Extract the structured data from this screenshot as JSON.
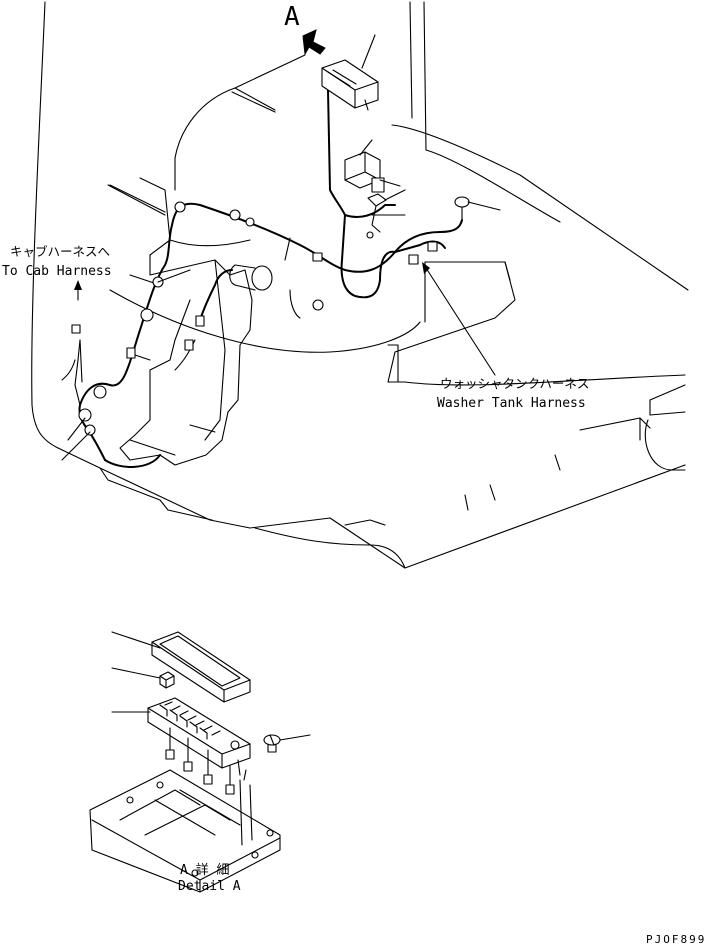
{
  "view_label": "A",
  "labels": {
    "cab_harness_jp": "キャブハーネスへ",
    "cab_harness_en": "To Cab Harness",
    "washer_tank_jp": "ウォッシャタンクハーネス",
    "washer_tank_en": "Washer Tank Harness",
    "detail_jp": "A  詳  細",
    "detail_en": "Detail A"
  },
  "drawing_code": "PJOF899"
}
